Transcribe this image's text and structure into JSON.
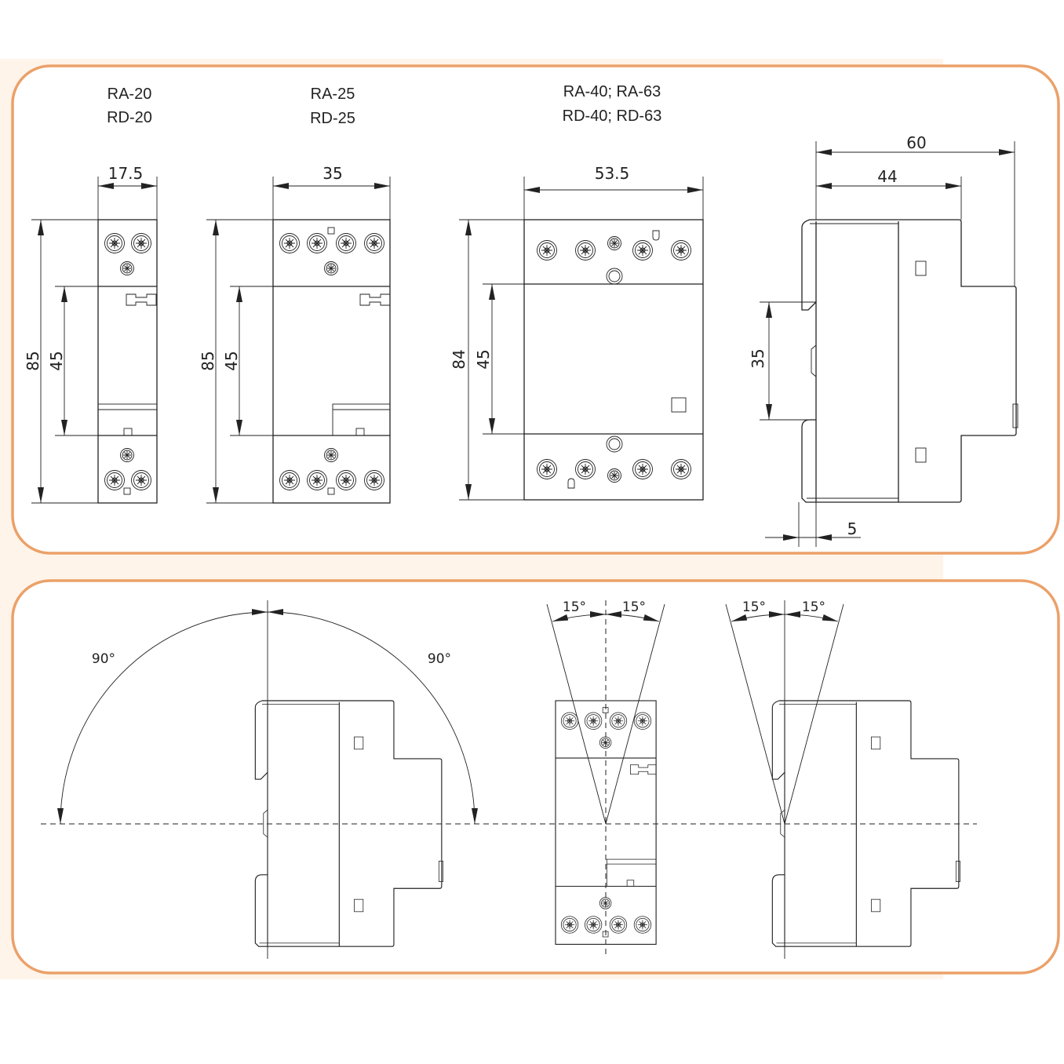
{
  "colors": {
    "panel_border": "#EBA169",
    "background_band": "#FEF4EA",
    "line": "#222222"
  },
  "top_panel": {
    "model_1": {
      "line1": "RA-20",
      "line2": "RD-20",
      "width": "17.5",
      "height": "85",
      "rail": "45"
    },
    "model_2": {
      "line1": "RA-25",
      "line2": "RD-25",
      "width": "35",
      "height": "85",
      "rail": "45"
    },
    "model_3": {
      "line1": "RA-40; RA-63",
      "line2": "RD-40; RD-63",
      "width": "53.5",
      "height": "84",
      "rail": "45"
    },
    "side_view": {
      "depth_total": "60",
      "depth_body": "44",
      "rail_height": "35",
      "offset": "5"
    }
  },
  "bottom_panel": {
    "tilt_left": "90°",
    "tilt_right": "90°",
    "front_left": "15°",
    "front_right": "15°",
    "side_left": "15°",
    "side_right": "15°"
  }
}
